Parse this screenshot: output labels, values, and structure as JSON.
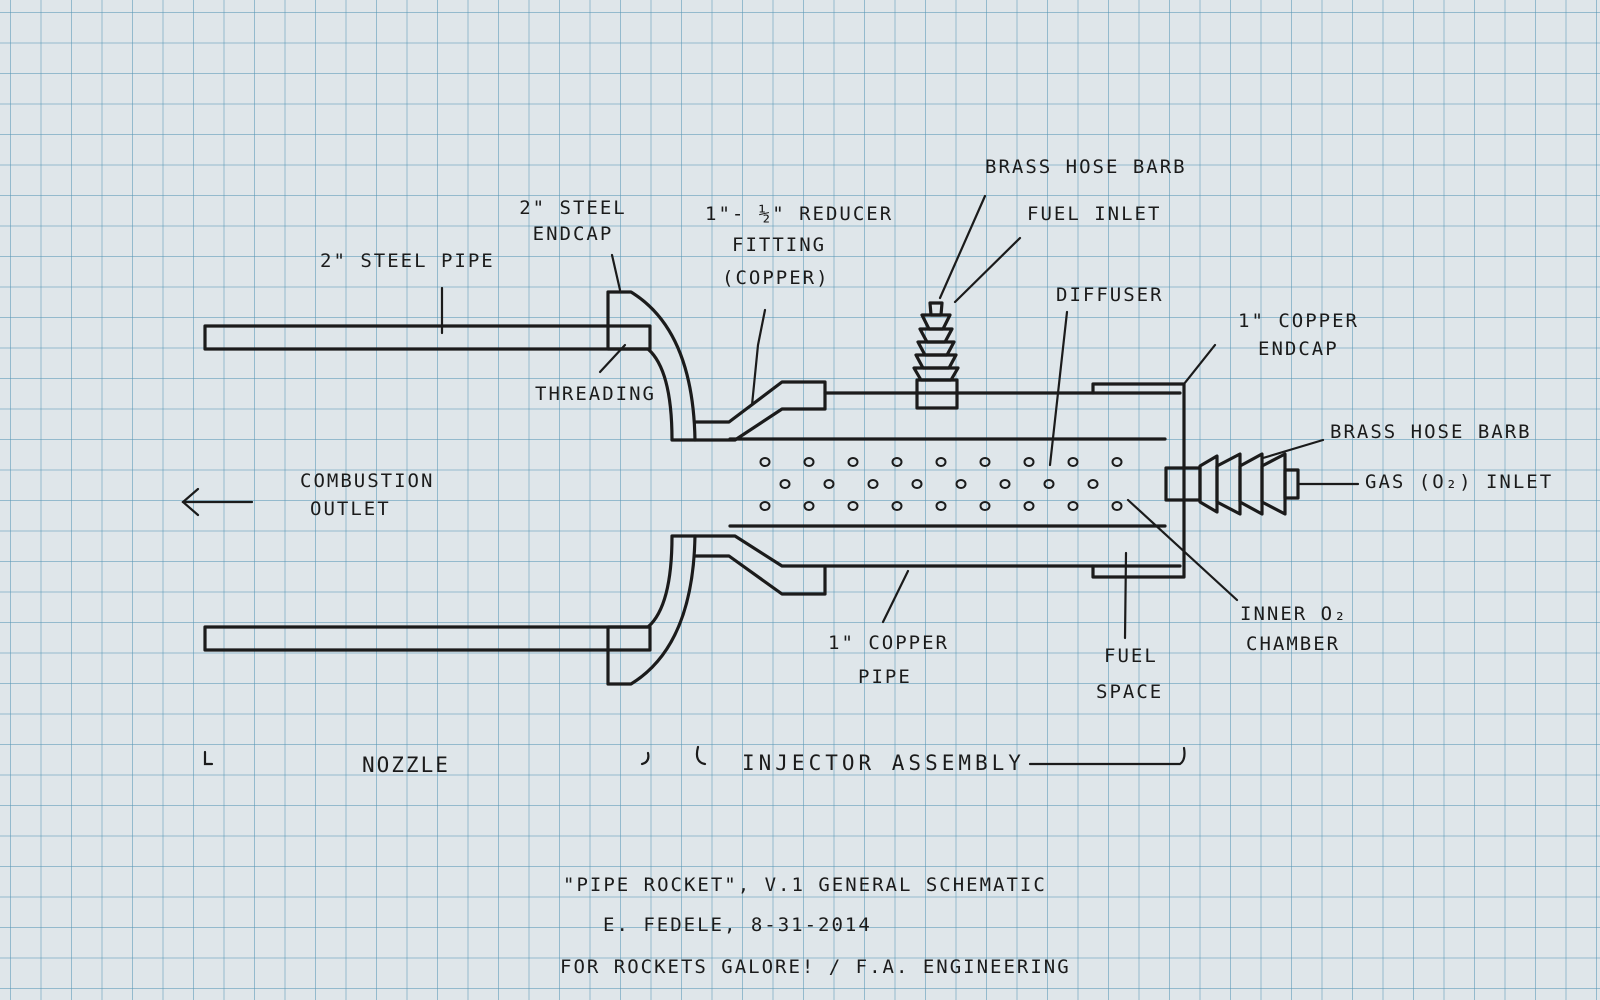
{
  "labels": {
    "brass_hose_barb_top": "BRASS HOSE BARB",
    "fuel_inlet": "FUEL INLET",
    "steel_endcap": "2\" STEEL ENDCAP",
    "reducer_line1": "1\"- ½\" REDUCER",
    "reducer_line2": "FITTING",
    "reducer_line3": "(COPPER)",
    "steel_pipe": "2\" STEEL PIPE",
    "diffuser": "DIFFUSER",
    "copper_endcap_line1": "1\" COPPER",
    "copper_endcap_line2": "ENDCAP",
    "threading": "THREADING",
    "brass_hose_barb_right": "BRASS HOSE BARB",
    "gas_inlet": "GAS (O₂) INLET",
    "combustion_line1": "COMBUSTION",
    "combustion_line2": "OUTLET",
    "inner_chamber_line1": "INNER O₂",
    "inner_chamber_line2": "CHAMBER",
    "copper_pipe_line1": "1\" COPPER",
    "copper_pipe_line2": "PIPE",
    "fuel_space_line1": "FUEL",
    "fuel_space_line2": "SPACE",
    "nozzle": "NOZZLE",
    "injector_assembly": "INJECTOR ASSEMBLY"
  },
  "footer": {
    "line1": "\"PIPE ROCKET\", V.1   GENERAL SCHEMATIC",
    "line2": "E. FEDELE, 8-31-2014",
    "line3": "FOR ROCKETS GALORE! / F.A. ENGINEERING"
  },
  "colors": {
    "ink": "#1b1b1b",
    "paper": "#dfe6ea",
    "grid": "#5696b4"
  }
}
